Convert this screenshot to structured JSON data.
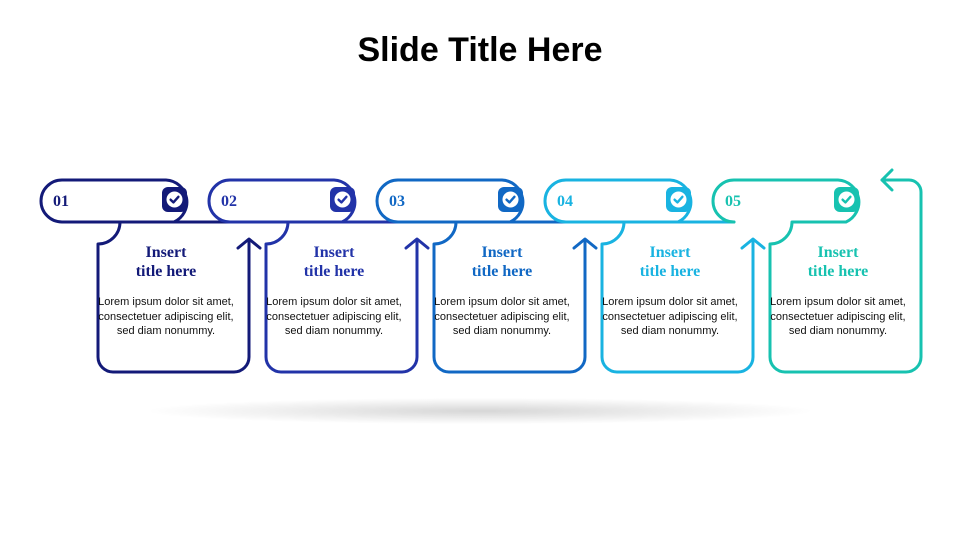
{
  "slide": {
    "title": "Slide Title Here"
  },
  "steps": [
    {
      "number": "01",
      "title_line1": "Insert",
      "title_line2": "title here",
      "body": "Lorem ipsum dolor sit amet, consectetuer adipiscing elit, sed diam nonummy.",
      "color": "#131a78",
      "icon": "check-icon"
    },
    {
      "number": "02",
      "title_line1": "Insert",
      "title_line2": "title here",
      "body": "Lorem ipsum dolor sit amet, consectetuer adipiscing elit, sed diam nonummy.",
      "color": "#2233a8",
      "icon": "check-icon"
    },
    {
      "number": "03",
      "title_line1": "Insert",
      "title_line2": "title here",
      "body": "Lorem ipsum dolor sit amet, consectetuer adipiscing elit, sed diam nonummy.",
      "color": "#1168c4",
      "icon": "check-icon"
    },
    {
      "number": "04",
      "title_line1": "Insert",
      "title_line2": "title here",
      "body": "Lorem ipsum dolor sit amet, consectetuer adipiscing elit, sed diam nonummy.",
      "color": "#19b3e1",
      "icon": "check-icon"
    },
    {
      "number": "05",
      "title_line1": "Insert",
      "title_line2": "title here",
      "body": "Lorem ipsum dolor sit amet, consectetuer adipiscing elit, sed diam nonummy.",
      "color": "#17c2b0",
      "icon": "check-icon"
    }
  ]
}
